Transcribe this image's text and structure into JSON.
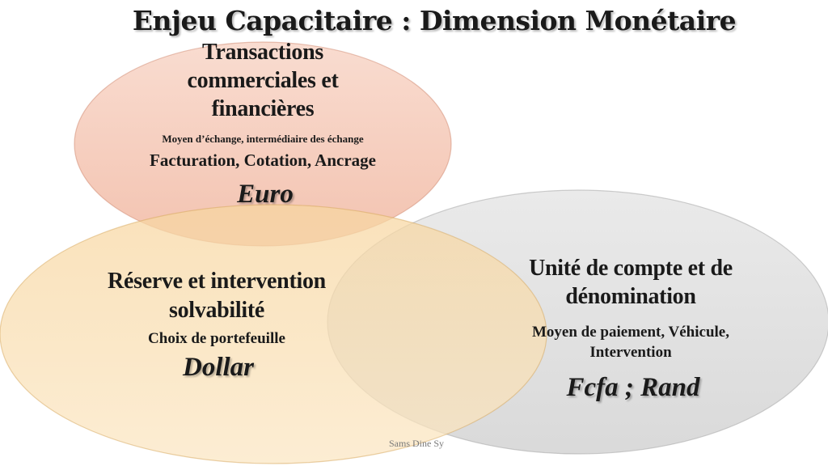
{
  "title": "Enjeu Capacitaire : Dimension Monétaire",
  "circles": [
    {
      "id": "euro",
      "heading_lines": [
        "Transactions",
        "commerciales et",
        "financières"
      ],
      "subtext_1": "Moyen d’échange, intermédiaire des échange",
      "subtext_2": "Facturation, Cotation, Ancrage",
      "currency": "Euro",
      "fill": "#f4c6b4",
      "stroke": "#c97c62"
    },
    {
      "id": "dollar",
      "heading_lines": [
        "Réserve et intervention",
        "solvabilité"
      ],
      "subtext_1": "Choix de portefeuille",
      "currency": "Dollar",
      "fill": "#f8dca8",
      "stroke": "#d5a55a"
    },
    {
      "id": "fcfa-rand",
      "heading_lines": [
        "Unité de compte et de",
        "dénomination"
      ],
      "subtext_1": "Moyen de paiement, Véhicule,",
      "subtext_2": "Intervention",
      "currency": "Fcfa ; Rand",
      "fill": "#d6d6d6",
      "stroke": "#a8a8a8"
    }
  ],
  "author": "Sams Dine Sy"
}
